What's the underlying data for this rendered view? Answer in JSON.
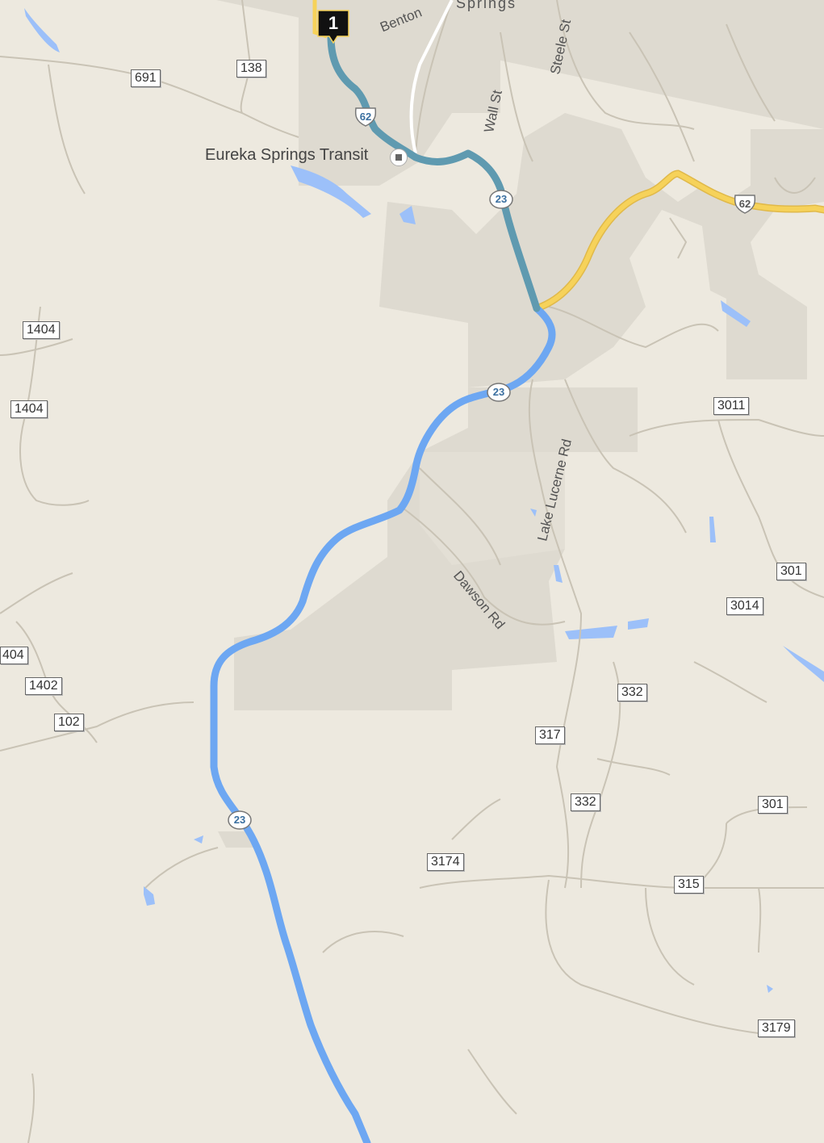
{
  "map": {
    "colors": {
      "land": "#ede9df",
      "town": "#dedad0",
      "water": "#9cc0f9",
      "route": "#6da7f2",
      "route_dark": "#5f9ab0",
      "highway": "#f6d25a",
      "minor_road": "#c9c3b5",
      "label_border": "#666666"
    },
    "marker": {
      "label": "1",
      "icon": "route-start-marker-icon"
    },
    "poi": {
      "label": "Eureka Springs Transit",
      "icon": "transit-station-icon"
    },
    "shields": {
      "us62_north": "62",
      "us62_east": "62",
      "hwy23_a": "23",
      "hwy23_b": "23",
      "hwy23_c": "23"
    },
    "streets": {
      "benton": "Benton",
      "springs": "Springs",
      "steele": "Steele St",
      "wall": "Wall St",
      "lake_lucerne": "Lake Lucerne Rd",
      "dawson": "Dawson Rd"
    },
    "road_labels": {
      "r691": "691",
      "r138": "138",
      "r1404a": "1404",
      "r1404b": "1404",
      "r404": "404",
      "r1402": "1402",
      "r102": "102",
      "r3011": "3011",
      "r301a": "301",
      "r3014": "3014",
      "r332a": "332",
      "r317": "317",
      "r332b": "332",
      "r301b": "301",
      "r3174": "3174",
      "r315": "315",
      "r3179": "3179"
    }
  }
}
